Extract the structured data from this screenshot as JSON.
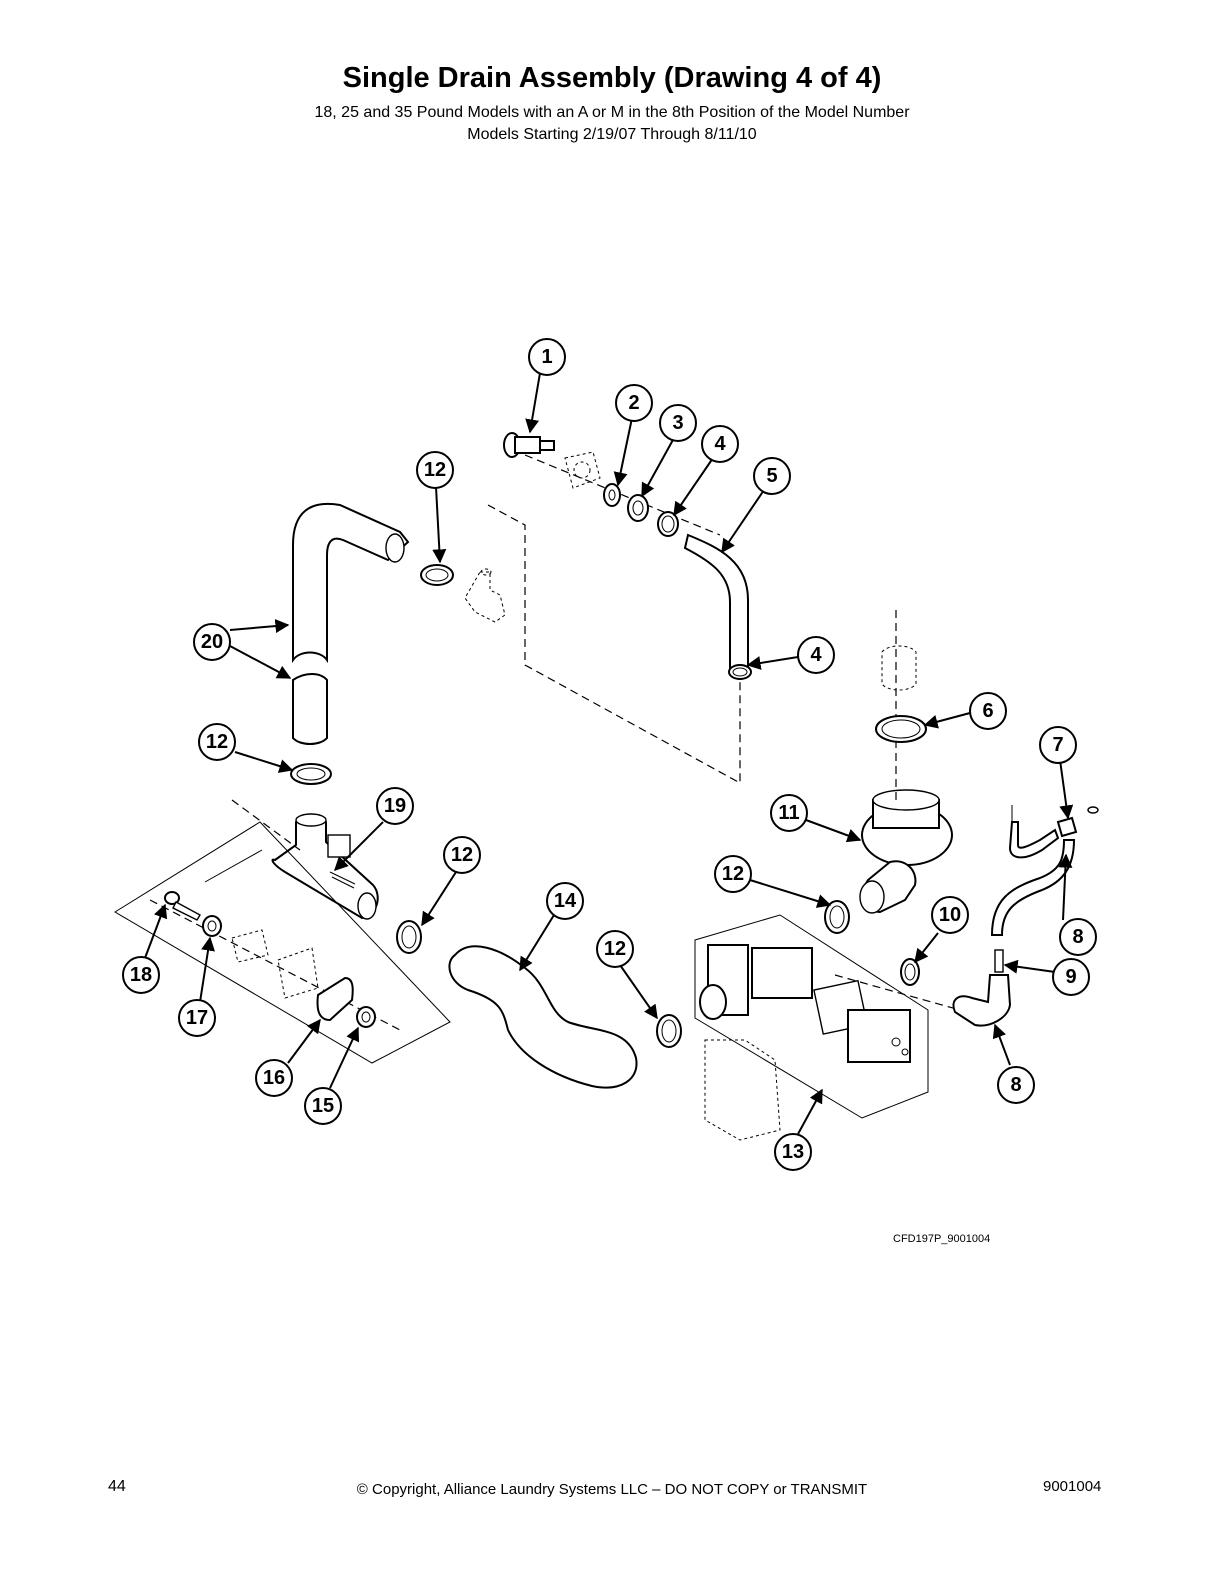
{
  "header": {
    "title": "Single Drain Assembly (Drawing 4 of 4)",
    "subtitle_line1": "18, 25 and 35 Pound Models with an A or M in the 8th Position of the Model Number",
    "subtitle_line2": "Models Starting 2/19/07 Through 8/11/10"
  },
  "diagram": {
    "drawing_code": "CFD197P_9001004",
    "callouts": [
      "1",
      "2",
      "3",
      "4",
      "5",
      "4",
      "6",
      "7",
      "8",
      "9",
      "8",
      "10",
      "11",
      "12",
      "12",
      "12",
      "12",
      "12",
      "13",
      "14",
      "15",
      "16",
      "17",
      "18",
      "19",
      "20"
    ]
  },
  "footer": {
    "page_number": "44",
    "copyright": "© Copyright, Alliance Laundry Systems LLC – DO NOT COPY or TRANSMIT",
    "document_number": "9001004"
  }
}
